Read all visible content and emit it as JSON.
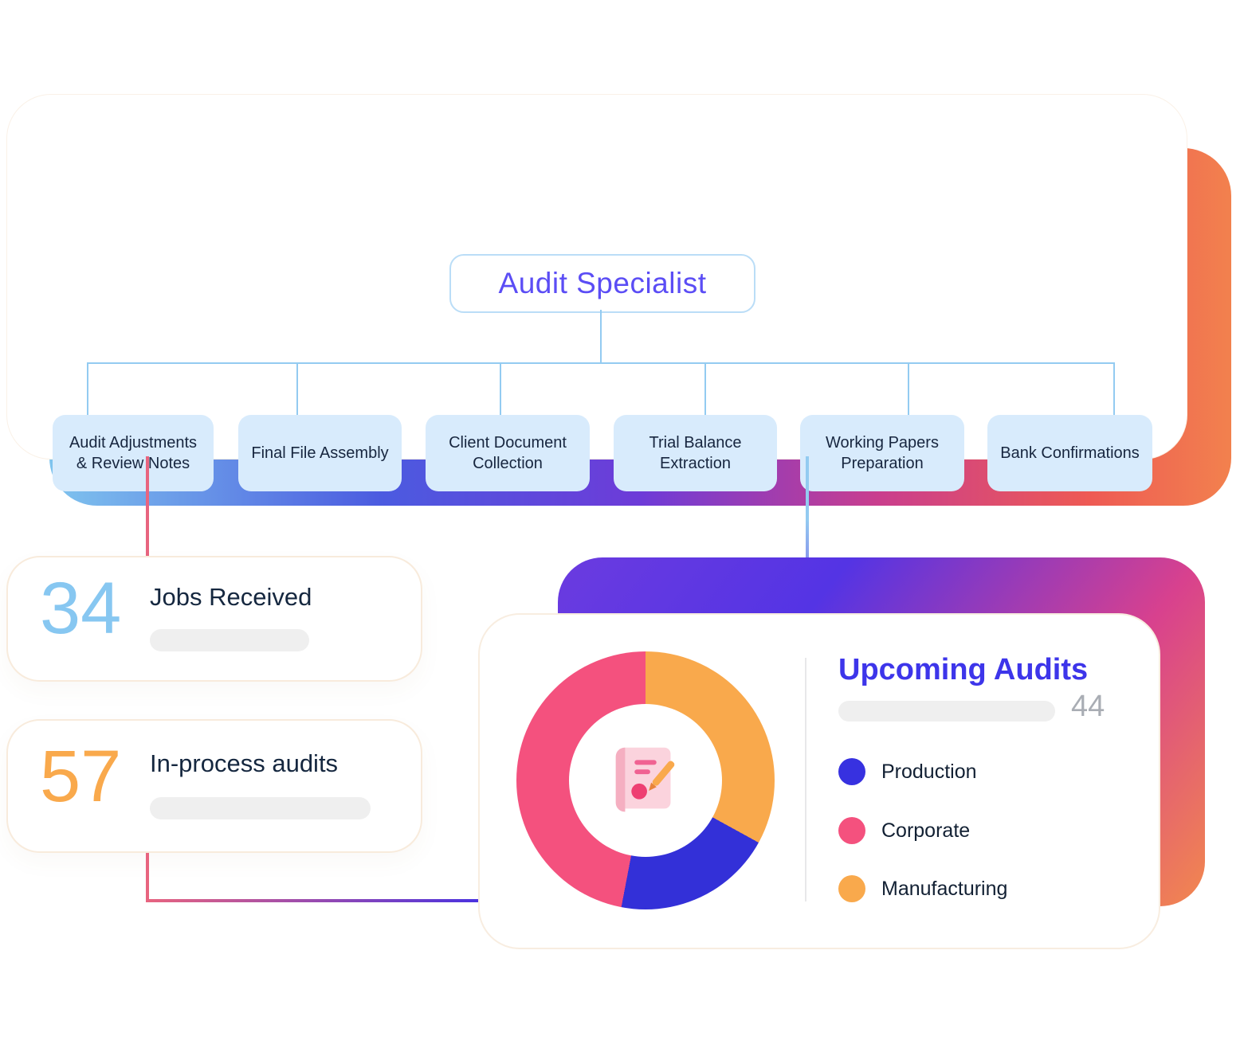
{
  "org_chart": {
    "root_label": "Audit Specialist",
    "children": [
      {
        "label": "Audit Adjustments & Review Notes"
      },
      {
        "label": "Final File Assembly"
      },
      {
        "label": "Client Document Collection"
      },
      {
        "label": "Trial Balance Extraction"
      },
      {
        "label": "Working Papers Preparation"
      },
      {
        "label": "Bank Confirmations"
      }
    ]
  },
  "stats": [
    {
      "value": "34",
      "label": "Jobs Received",
      "value_color": "#87C7F1"
    },
    {
      "value": "57",
      "label": "In-process audits",
      "value_color": "#F9A94C"
    }
  ],
  "upcoming_audits": {
    "title": "Upcoming Audits",
    "count": "44",
    "legend": [
      {
        "label": "Production",
        "color": "#3731E0"
      },
      {
        "label": "Corporate",
        "color": "#F4517E"
      },
      {
        "label": "Manufacturing",
        "color": "#F9A94C"
      }
    ]
  },
  "chart_data": {
    "type": "pie",
    "title": "Upcoming Audits",
    "total_shown": 44,
    "categories": [
      "Manufacturing",
      "Production",
      "Corporate"
    ],
    "values": [
      33,
      20,
      47
    ],
    "colors": [
      "#F9A94C",
      "#3330D8",
      "#F4517E"
    ],
    "legend_position": "right",
    "donut": true,
    "center_icon": "audit-document-icon"
  },
  "colors": {
    "node_fill": "#D8EBFC",
    "connector_blue": "#93CBF1",
    "connector_pink": "#E8647F",
    "root_text": "#5B4DF5",
    "upcoming_title": "#3D35EA"
  }
}
